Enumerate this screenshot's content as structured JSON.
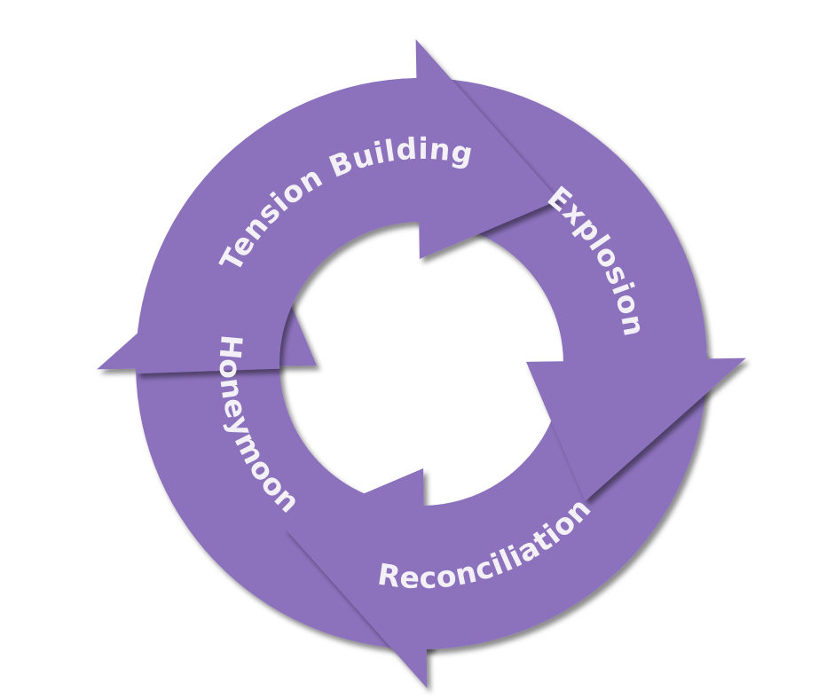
{
  "diagram": {
    "type": "cycle",
    "direction": "clockwise",
    "colors": {
      "segment": "#8c72bd",
      "text": "#f3f1f7",
      "background": "#ffffff"
    },
    "stages": [
      {
        "label": "Tension Building"
      },
      {
        "label": "Explosion"
      },
      {
        "label": "Reconciliation"
      },
      {
        "label": "Honeymoon"
      }
    ]
  }
}
